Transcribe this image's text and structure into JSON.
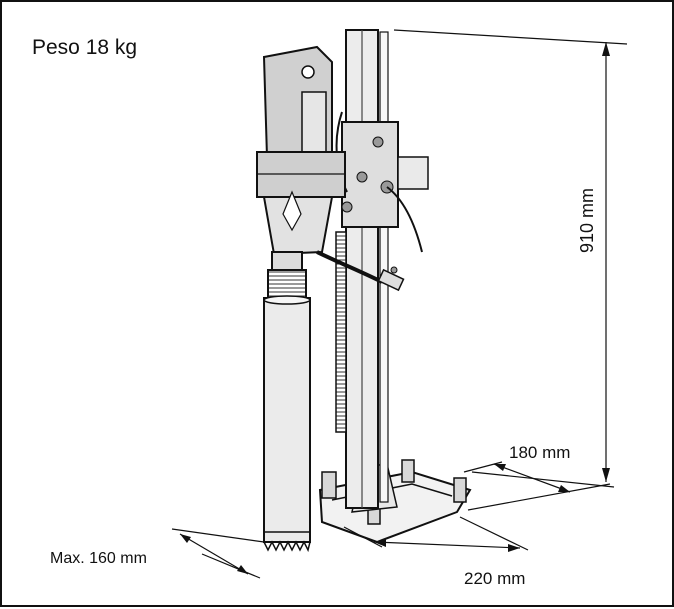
{
  "figure": {
    "weight_label": "Peso 18 kg",
    "dimensions": {
      "height": "910 mm",
      "base_depth": "180 mm",
      "base_width": "220 mm",
      "max_bit_diameter": "Max. 160 mm"
    }
  }
}
